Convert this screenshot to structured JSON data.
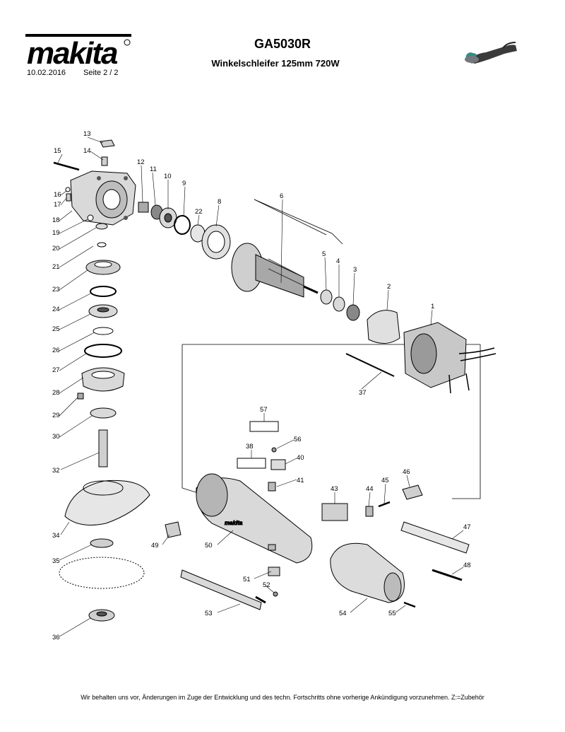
{
  "header": {
    "brand": "makita",
    "date": "10.02.2016",
    "page": "Seite  2  / 2",
    "model": "GA5030R",
    "subtitle": "Winkelschleifer 125mm 720W",
    "product_thumbnail_icon": "angle-grinder-photo"
  },
  "parts": [
    {
      "no": "1"
    },
    {
      "no": "2"
    },
    {
      "no": "3"
    },
    {
      "no": "4"
    },
    {
      "no": "5"
    },
    {
      "no": "6"
    },
    {
      "no": "8"
    },
    {
      "no": "9"
    },
    {
      "no": "10"
    },
    {
      "no": "11"
    },
    {
      "no": "12"
    },
    {
      "no": "13"
    },
    {
      "no": "14"
    },
    {
      "no": "15"
    },
    {
      "no": "16"
    },
    {
      "no": "17"
    },
    {
      "no": "18"
    },
    {
      "no": "19"
    },
    {
      "no": "20"
    },
    {
      "no": "21"
    },
    {
      "no": "22"
    },
    {
      "no": "23"
    },
    {
      "no": "24"
    },
    {
      "no": "25"
    },
    {
      "no": "26"
    },
    {
      "no": "27"
    },
    {
      "no": "28"
    },
    {
      "no": "29"
    },
    {
      "no": "30"
    },
    {
      "no": "32"
    },
    {
      "no": "34"
    },
    {
      "no": "35"
    },
    {
      "no": "36"
    },
    {
      "no": "37"
    },
    {
      "no": "38"
    },
    {
      "no": "40"
    },
    {
      "no": "41"
    },
    {
      "no": "43"
    },
    {
      "no": "44"
    },
    {
      "no": "45"
    },
    {
      "no": "46"
    },
    {
      "no": "47"
    },
    {
      "no": "48"
    },
    {
      "no": "49"
    },
    {
      "no": "50"
    },
    {
      "no": "51"
    },
    {
      "no": "52"
    },
    {
      "no": "53"
    },
    {
      "no": "54"
    },
    {
      "no": "55"
    },
    {
      "no": "56"
    },
    {
      "no": "57"
    }
  ],
  "footer": "Wir behalten uns vor, Änderungen im Zuge der Entwicklung und des techn. Fortschritts ohne vorherige Ankündigung vorzunehmen. Z:=Zubehör",
  "colors": {
    "ink": "#000000",
    "part_fill": "#d9d9d9",
    "part_dark": "#555555",
    "thumb_accent": "#2a8f8f"
  }
}
